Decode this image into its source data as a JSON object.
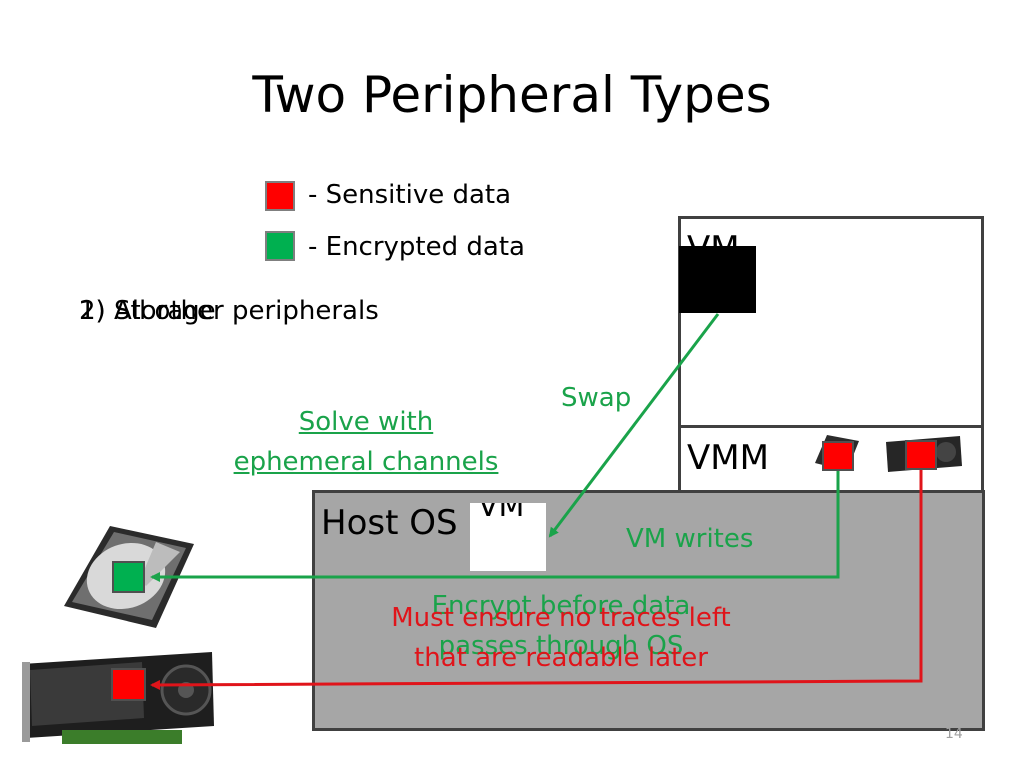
{
  "slide": {
    "title": "Two Peripheral Types",
    "page_number": "14"
  },
  "legend": [
    {
      "label": "- Sensitive data",
      "color": "#ff0000"
    },
    {
      "label": "- Encrypted data",
      "color": "#00b050"
    }
  ],
  "list": {
    "item1": "1) Storage",
    "item2": "2) All other peripherals"
  },
  "diagram": {
    "vm_label": "VM",
    "vmm_label": "VMM",
    "host_os_label": "Host OS",
    "host_vm_label": "VM",
    "swap_label": "Swap",
    "vm_writes_label": "VM writes",
    "solve_line1": "Solve with",
    "solve_line2": "ephemeral channels",
    "encrypt_line1": "Encrypt before data",
    "encrypt_line2": "passes through OS",
    "traces_line1": "Must ensure no traces left",
    "traces_line2": "that are readable later"
  },
  "colors": {
    "green": "#1aa34a",
    "red": "#e0141a",
    "host_gray": "#a6a6a6"
  }
}
